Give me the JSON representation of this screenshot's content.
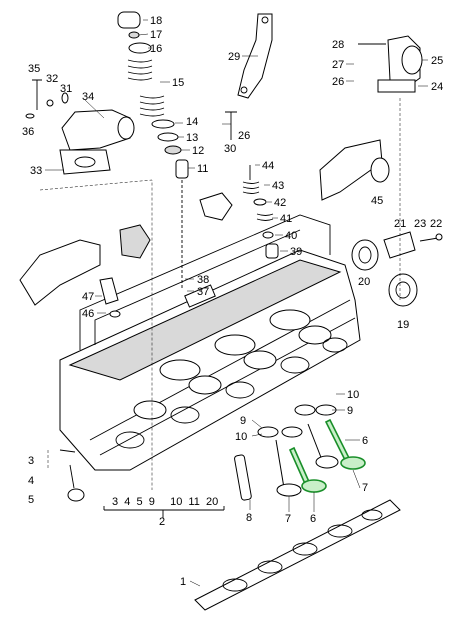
{
  "callouts": {
    "c1": "1",
    "c2": "2",
    "c3": "3",
    "c4": "4",
    "c5": "5",
    "c6a": "6",
    "c6b": "6",
    "c7a": "7",
    "c7b": "7",
    "c8": "8",
    "c9a": "9",
    "c9b": "9",
    "c10a": "10",
    "c10b": "10",
    "c11": "11",
    "c12": "12",
    "c13": "13",
    "c14": "14",
    "c15": "15",
    "c16": "16",
    "c17": "17",
    "c18": "18",
    "c19": "19",
    "c20": "20",
    "c21": "21",
    "c22": "22",
    "c23": "23",
    "c24": "24",
    "c25": "25",
    "c26a": "26",
    "c26b": "26",
    "c27": "27",
    "c28": "28",
    "c29": "29",
    "c30": "30",
    "c31": "31",
    "c32": "32",
    "c33": "33",
    "c34": "34",
    "c35": "35",
    "c36": "36",
    "c37": "37",
    "c38": "38",
    "c39": "39",
    "c40": "40",
    "c41": "41",
    "c42": "42",
    "c43": "43",
    "c44": "44",
    "c45": "45",
    "c46": "46",
    "c47": "47"
  },
  "bracket_row": "3  4  5  9     10  11  20",
  "colors": {
    "highlight": "#1a8f2a",
    "ink": "#000000"
  }
}
